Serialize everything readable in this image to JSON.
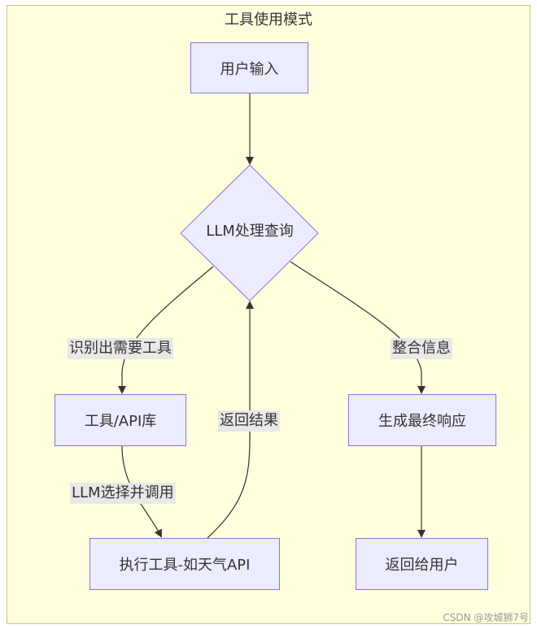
{
  "diagram": {
    "title": "工具使用模式",
    "nodes": {
      "user_input": "用户输入",
      "llm_process": "LLM处理查询",
      "tool_library": "工具/API库",
      "execute_tool": "执行工具-如天气API",
      "generate_response": "生成最终响应",
      "return_user": "返回给用户"
    },
    "edge_labels": {
      "identify_tool": "识别出需要工具",
      "integrate_info": "整合信息",
      "return_result": "返回结果",
      "llm_select": "LLM选择并调用"
    }
  },
  "watermark": "CSDN @攻城狮7号"
}
